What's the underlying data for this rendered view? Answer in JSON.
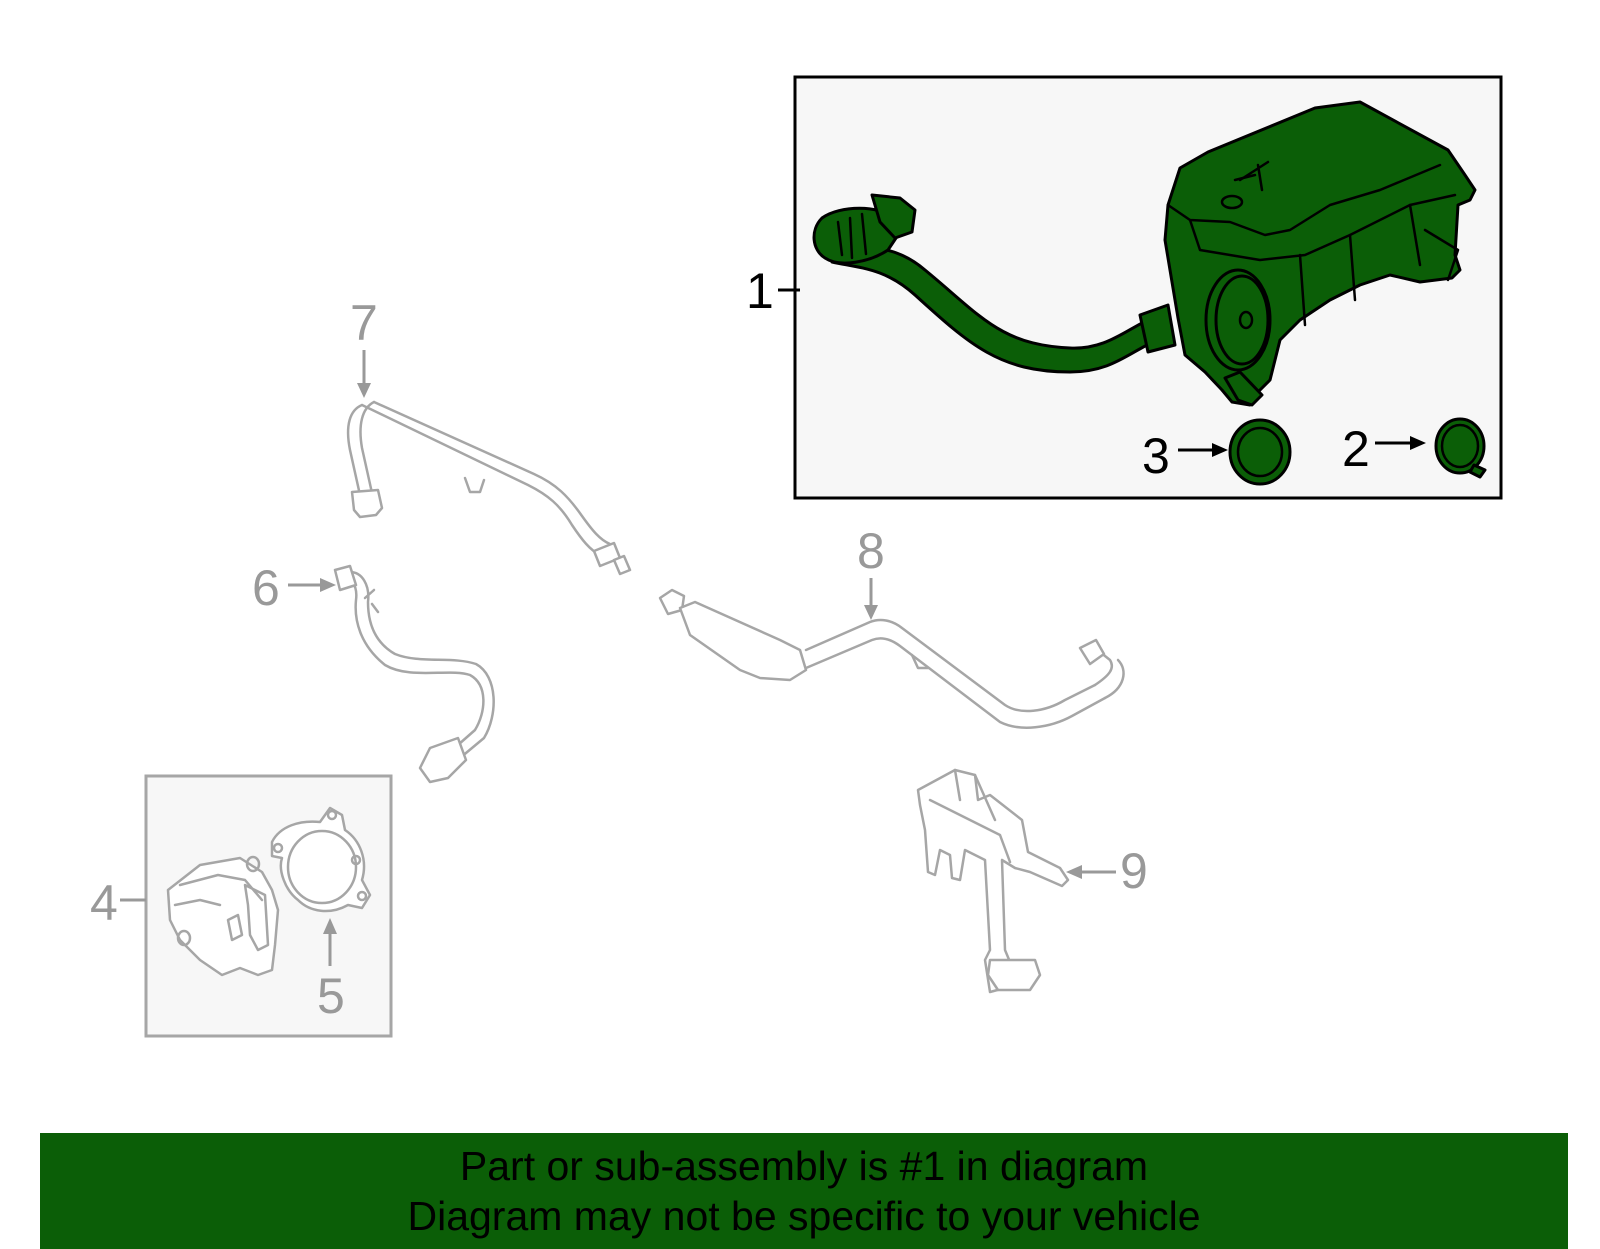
{
  "callouts": {
    "c1": "1",
    "c2": "2",
    "c3": "3",
    "c4": "4",
    "c5": "5",
    "c6": "6",
    "c7": "7",
    "c8": "8",
    "c9": "9"
  },
  "banner": {
    "line1": "Part or sub-assembly is #1 in diagram",
    "line2": "Diagram may not be specific to your vehicle"
  },
  "colors": {
    "highlight": "#0b5e07",
    "ghost": "#a6a6a6",
    "box_fill": "#f7f7f7"
  }
}
